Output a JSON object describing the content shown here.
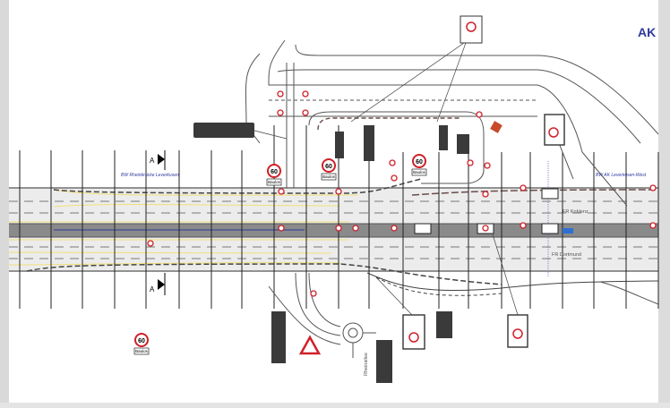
{
  "document": {
    "title_fragment": "AK",
    "labels": {
      "bridge_west": "BW Rheinbrücke Leverkusen",
      "bridge_east": "BW AK Leverkusen-West",
      "direction_koblenz": "FR Koblenz",
      "direction_dortmund": "FR Dortmund",
      "street": "Rheinallee"
    },
    "section_marker": "A",
    "speed_signs": [
      {
        "value": "60",
        "plate": "Baulos"
      },
      {
        "value": "60",
        "plate": "Baulos"
      },
      {
        "value": "60",
        "plate": "Baulos"
      },
      {
        "value": "60",
        "plate": "Baulos"
      }
    ],
    "colors": {
      "label_blue": "#2f3a9e",
      "sign_red": "#d0202a",
      "median_grey": "#8a8a8a",
      "lane_yellow": "#f0e07a"
    }
  }
}
